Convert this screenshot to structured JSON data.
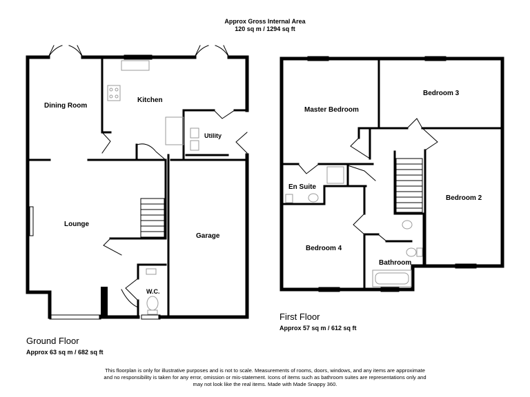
{
  "header": {
    "area_title": "Approx Gross Internal Area",
    "area_value": "120 sq m / 1294 sq ft"
  },
  "ground_floor": {
    "title": "Ground Floor",
    "area": "Approx 63 sq m / 682 sq ft",
    "rooms": {
      "dining_room": "Dining Room",
      "kitchen": "Kitchen",
      "utility": "Utility",
      "lounge": "Lounge",
      "garage": "Garage",
      "wc": "W.C."
    }
  },
  "first_floor": {
    "title": "First Floor",
    "area": "Approx 57 sq m / 612 sq ft",
    "rooms": {
      "master_bedroom": "Master Bedroom",
      "bedroom_3": "Bedroom 3",
      "en_suite": "En Suite",
      "bedroom_2": "Bedroom 2",
      "bedroom_4": "Bedroom 4",
      "bathroom": "Bathroom"
    }
  },
  "disclaimer": {
    "line1": "This floorplan is only for illustrative purposes and is not to scale. Measurements of rooms, doors, windows, and any items are approximate",
    "line2": "and no responsibility is taken for any error, omission or mis-statement. Icons of items such as bathroom suites are representations only and",
    "line3": "may not look like the real items. Made with Made Snappy 360."
  },
  "colors": {
    "wall": "#000000",
    "background": "#ffffff",
    "fixture": "#9a9a9a"
  }
}
